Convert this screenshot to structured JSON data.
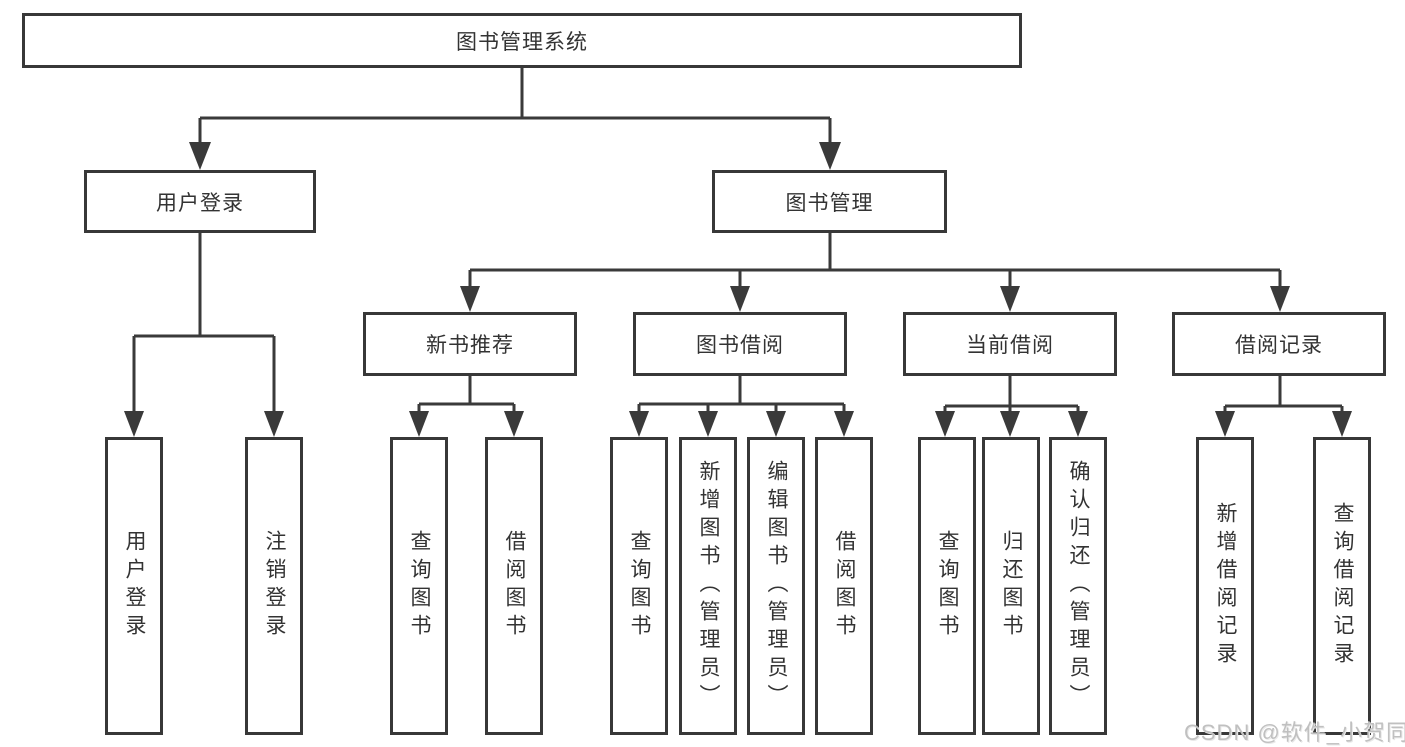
{
  "colors": {
    "line": "#3a3a3a",
    "box_border": "#383838",
    "text": "#333333",
    "watermark": "#c0c0c0",
    "background": "#ffffff"
  },
  "diagram": {
    "root": {
      "label": "图书管理系统"
    },
    "level2": [
      {
        "label": "用户登录"
      },
      {
        "label": "图书管理"
      }
    ],
    "level3": [
      {
        "label": "新书推荐"
      },
      {
        "label": "图书借阅"
      },
      {
        "label": "当前借阅"
      },
      {
        "label": "借阅记录"
      }
    ],
    "leaves": {
      "user_login": [
        {
          "label": "用户登录"
        },
        {
          "label": "注销登录"
        }
      ],
      "new_book_rec": [
        {
          "label": "查询图书"
        },
        {
          "label": "借阅图书"
        }
      ],
      "book_borrow": [
        {
          "label": "查询图书"
        },
        {
          "label": "新增图书（管理员）"
        },
        {
          "label": "编辑图书（管理员）"
        },
        {
          "label": "借阅图书"
        }
      ],
      "current_borrow": [
        {
          "label": "查询图书"
        },
        {
          "label": "归还图书"
        },
        {
          "label": "确认归还（管理员）"
        }
      ],
      "borrow_record": [
        {
          "label": "新增借阅记录"
        },
        {
          "label": "查询借阅记录"
        }
      ]
    }
  },
  "watermark": {
    "text": "CSDN @软件_小贺同学"
  }
}
